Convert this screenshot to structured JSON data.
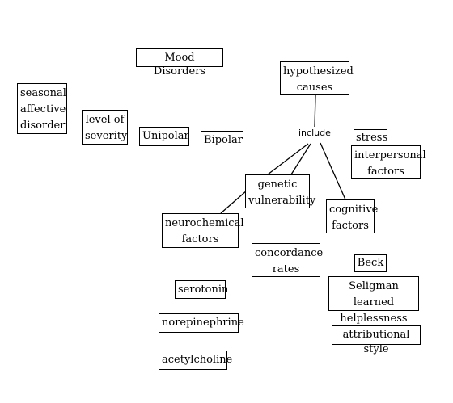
{
  "nodes": {
    "mood_disorders": "Mood Disorders",
    "seasonal": "seasonal\naffective\ndisorder",
    "severity": "level of\nseverity",
    "unipolar": "Unipolar",
    "bipolar": "Bipolar",
    "hypothesized_causes": "hypothesized\ncauses",
    "include": "include",
    "stress": "stress",
    "interpersonal": "interpersonal\nfactors",
    "genetic": "genetic\nvulnerability",
    "cognitive": "cognitive\nfactors",
    "neurochemical": "neurochemical\nfactors",
    "concordance": "concordance\nrates",
    "beck": "Beck",
    "seligman": "Seligman learned\nhelplessness",
    "serotonin": "serotonin",
    "norepinephrine": "norepinephrine",
    "attributional": "attributional style",
    "acetylcholine": "acetylcholine"
  },
  "colors": {
    "line": "#000000",
    "border": "#000000"
  }
}
